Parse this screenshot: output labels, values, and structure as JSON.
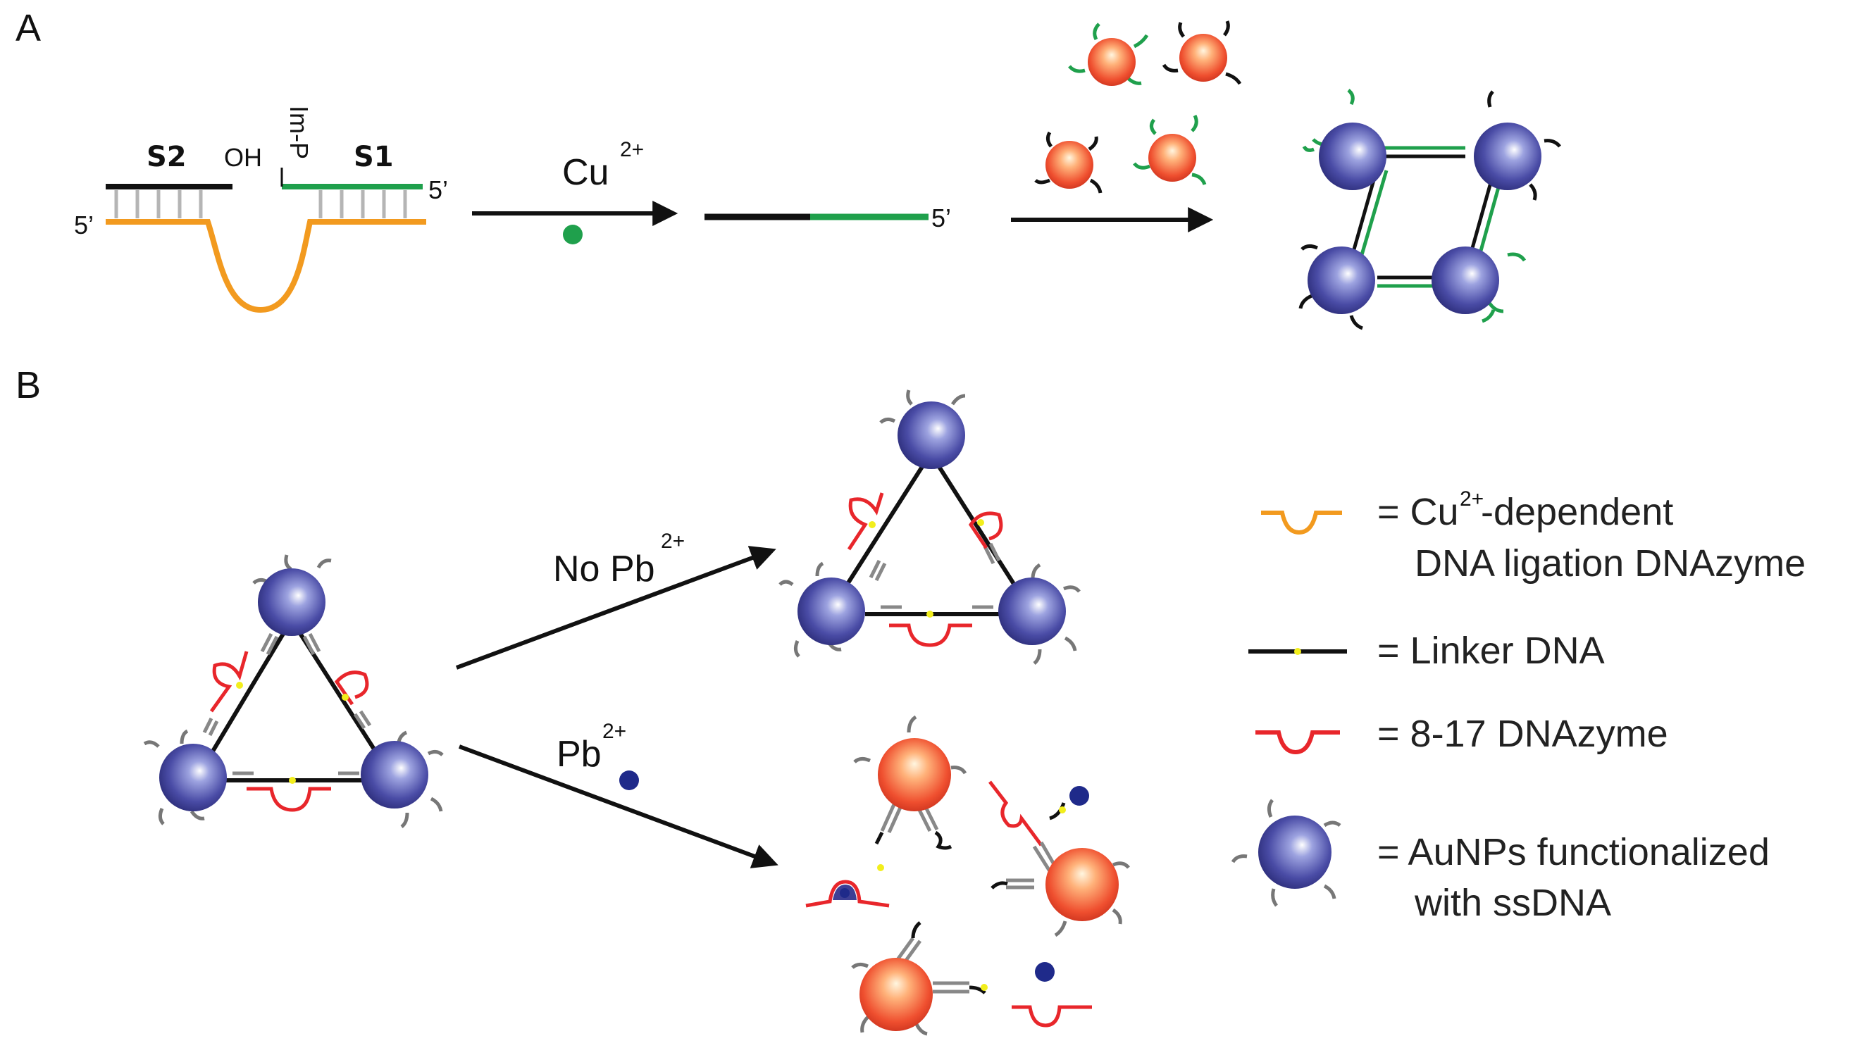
{
  "panels": {
    "a": "A",
    "b": "B"
  },
  "panel_a": {
    "s2_label": "S2",
    "s1_label": "S1",
    "oh_label": "OH",
    "imp_label": "Im-P",
    "five_prime": "5’",
    "ion": "Cu",
    "ion_charge": "2+"
  },
  "panel_b": {
    "no_ion_prefix": "No",
    "ion": "Pb",
    "ion_charge": "2+"
  },
  "legend": {
    "cu_ligase": {
      "line1_a": "= Cu",
      "line1_sup": "2+",
      "line1_b": "-dependent",
      "line2": "DNA ligation DNAzyme"
    },
    "linker": "= Linker DNA",
    "dnazyme": "= 8-17 DNAzyme",
    "aunp": {
      "line1": "= AuNPs functionalized",
      "line2": "with ssDNA"
    }
  },
  "colors": {
    "ligase": "#f29a1f",
    "s1": "#1fa04c",
    "dnazyme": "#e8262b",
    "aunp": "#3d3f95",
    "red_np": "#e8402a",
    "ion_dot": "#1f2a8a",
    "linker_dot": "#f2ee1c"
  }
}
